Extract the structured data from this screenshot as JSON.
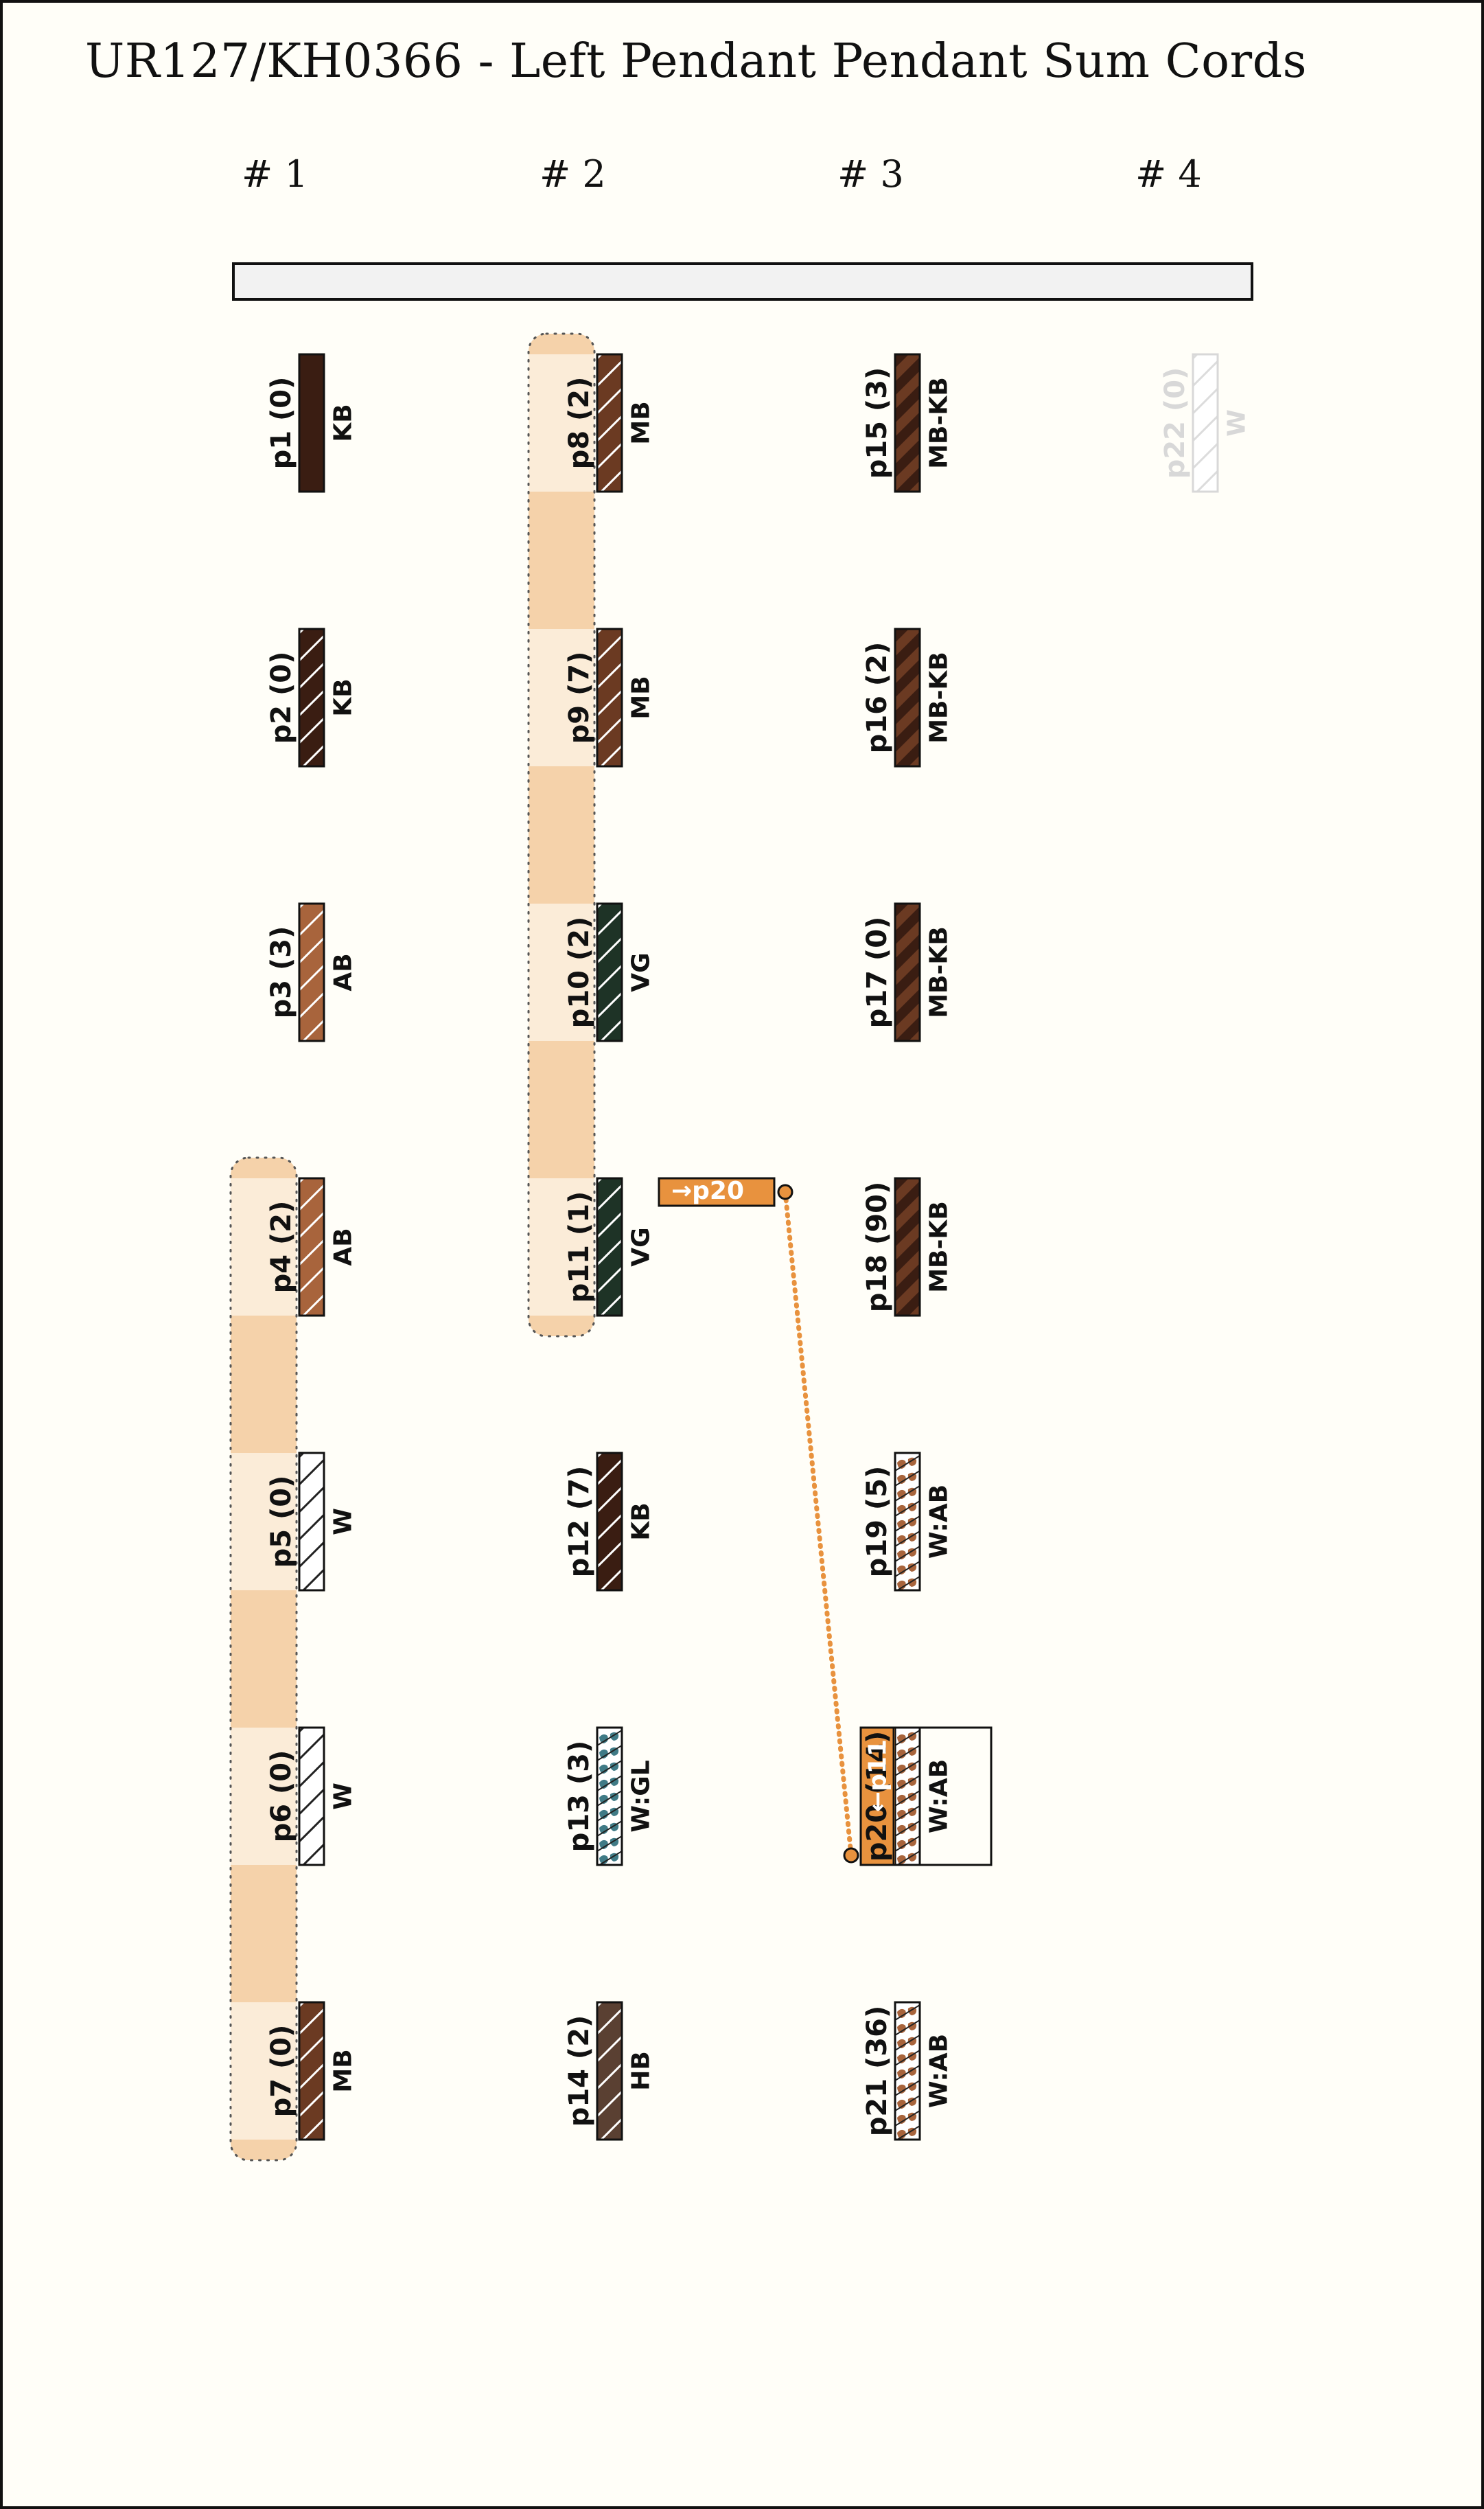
{
  "title": "UR127/KH0366 - Left Pendant Pendant Sum Cords",
  "groups": [
    "# 1",
    "# 2",
    "# 3",
    "# 4"
  ],
  "colors": {
    "KB": "#3a1d12",
    "MB": "#6b3a22",
    "AB": "#a8643c",
    "VG": "#1e3326",
    "HB": "#5a4032",
    "W": "#ffffff",
    "GL": "#3f7a86",
    "highlight_dark": "#f5d2aa",
    "highlight_light": "#fbecd8",
    "sum_link": "#e8923e"
  },
  "cords": [
    {
      "id": "p1 (0)",
      "color": "KB",
      "pattern": "solid",
      "group": 0,
      "row": 0
    },
    {
      "id": "p2 (0)",
      "color": "KB",
      "pattern": "stripes",
      "group": 0,
      "row": 1
    },
    {
      "id": "p3 (3)",
      "color": "AB",
      "pattern": "stripes",
      "group": 0,
      "row": 2
    },
    {
      "id": "p4 (2)",
      "color": "AB",
      "pattern": "stripes",
      "group": 0,
      "row": 3
    },
    {
      "id": "p5 (0)",
      "color": "W",
      "pattern": "stripes",
      "group": 0,
      "row": 4
    },
    {
      "id": "p6 (0)",
      "color": "W",
      "pattern": "stripes",
      "group": 0,
      "row": 5
    },
    {
      "id": "p7 (0)",
      "color": "MB",
      "pattern": "stripes",
      "group": 0,
      "row": 6
    },
    {
      "id": "p8 (2)",
      "color": "MB",
      "pattern": "stripes",
      "group": 1,
      "row": 0
    },
    {
      "id": "p9 (7)",
      "color": "MB",
      "pattern": "stripes",
      "group": 1,
      "row": 1
    },
    {
      "id": "p10 (2)",
      "color": "VG",
      "pattern": "stripes",
      "group": 1,
      "row": 2
    },
    {
      "id": "p11 (1)",
      "color": "VG",
      "pattern": "stripes",
      "group": 1,
      "row": 3
    },
    {
      "id": "p12 (7)",
      "color": "KB",
      "pattern": "stripes",
      "group": 1,
      "row": 4
    },
    {
      "id": "p13 (3)",
      "color": "W:GL",
      "pattern": "mottled",
      "group": 1,
      "row": 5
    },
    {
      "id": "p14 (2)",
      "color": "HB",
      "pattern": "stripes",
      "group": 1,
      "row": 6
    },
    {
      "id": "p15 (3)",
      "color": "MB-KB",
      "pattern": "barber",
      "group": 2,
      "row": 0
    },
    {
      "id": "p16 (2)",
      "color": "MB-KB",
      "pattern": "barber",
      "group": 2,
      "row": 1
    },
    {
      "id": "p17 (0)",
      "color": "MB-KB",
      "pattern": "barber",
      "group": 2,
      "row": 2
    },
    {
      "id": "p18 (90)",
      "color": "MB-KB",
      "pattern": "barber",
      "group": 2,
      "row": 3
    },
    {
      "id": "p19 (5)",
      "color": "W:AB",
      "pattern": "mottled",
      "group": 2,
      "row": 4
    },
    {
      "id": "p20 (14)",
      "color": "W:AB",
      "pattern": "mottled",
      "group": 2,
      "row": 5
    },
    {
      "id": "p21 (36)",
      "color": "W:AB",
      "pattern": "mottled",
      "group": 2,
      "row": 6
    },
    {
      "id": "p22 (0)",
      "color": "W",
      "pattern": "ghost",
      "group": 3,
      "row": 0
    }
  ],
  "sum_groups": [
    {
      "group": 0,
      "from_row": 3,
      "to_row": 6
    },
    {
      "group": 1,
      "from_row": 0,
      "to_row": 3
    }
  ],
  "sum_links": [
    {
      "source": "p11 (1)",
      "label_out": "→p20",
      "target": "p20 (14)",
      "label_in": "←p11"
    }
  ]
}
